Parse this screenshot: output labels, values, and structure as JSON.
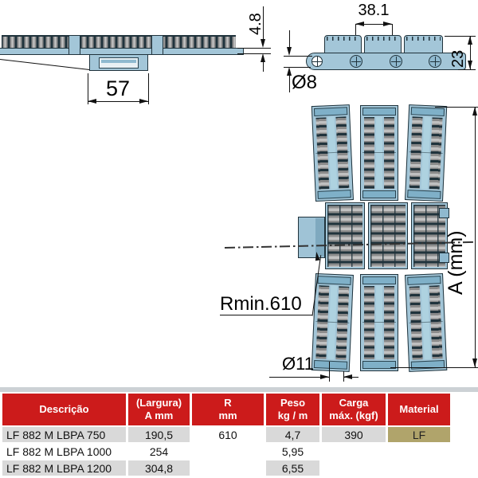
{
  "figures": {
    "side_view": {
      "dim_roller_height": "4.8",
      "dim_hinge_width": "57"
    },
    "chain_view": {
      "dim_pitch": "38.1",
      "dim_height": "23",
      "dim_pin_diameter": "Ø8"
    },
    "plan_view": {
      "dim_min_radius": "Rmin.610",
      "dim_hole_diameter": "Ø11",
      "dim_belt_width": "A (mm)"
    }
  },
  "table": {
    "headers": [
      {
        "line1": "Descrição",
        "line2": ""
      },
      {
        "line1": "(Largura)",
        "line2": "A mm"
      },
      {
        "line1": "R",
        "line2": "mm"
      },
      {
        "line1": "Peso",
        "line2": "kg / m"
      },
      {
        "line1": "Carga",
        "line2": "máx. (kgf)"
      },
      {
        "line1": "Material",
        "line2": ""
      }
    ],
    "rows": [
      {
        "descricao": "LF 882 M LBPA 750",
        "largura_a_mm": "190,5",
        "peso_kg_m": "4,7"
      },
      {
        "descricao": "LF 882 M LBPA 1000",
        "largura_a_mm": "254",
        "peso_kg_m": "5,95"
      },
      {
        "descricao": "LF 882 M LBPA 1200",
        "largura_a_mm": "304,8",
        "peso_kg_m": "6,55"
      }
    ],
    "merged": {
      "r_mm": "610",
      "carga_max_kgf": "390",
      "material": "LF"
    }
  },
  "colors": {
    "header_red": "#cc1b1b",
    "material_olive": "#b0a46b",
    "row_gray": "#d9d9d9",
    "belt_blue": "#a3c6d8",
    "belt_blue_dark": "#7fb0c8",
    "outline": "#20333c"
  }
}
